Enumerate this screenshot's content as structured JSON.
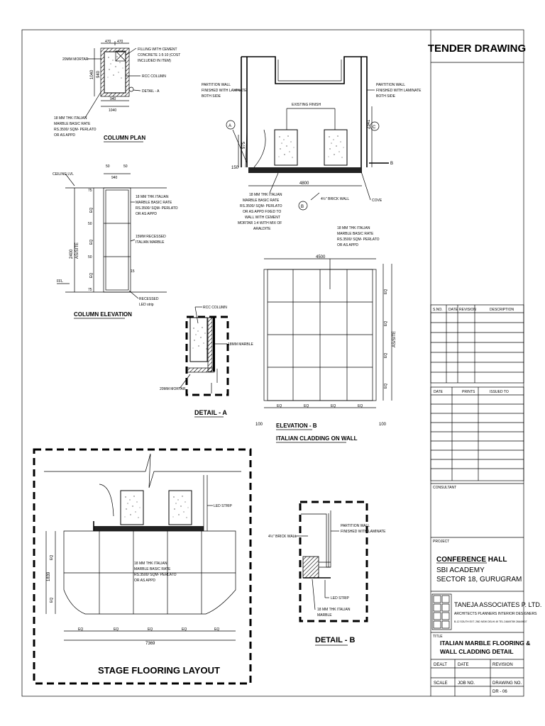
{
  "title_block": {
    "header": "TENDER DRAWING",
    "revision_table": {
      "columns": [
        "S.NO.",
        "DATE",
        "REVISION",
        "DESCRIPTION"
      ]
    },
    "prints_table": {
      "columns": [
        "DATE",
        "PRINTS",
        "ISSUED TO"
      ]
    },
    "consultant_label": "CONSULTANT",
    "project_label": "PROJECT",
    "project_name": "CONFERENCE HALL",
    "project_line2": "SBI ACADEMY",
    "project_line3": "SECTOR 18, GURUGRAM",
    "firm_name": "TANEJA ASSOCIATES P. LTD.",
    "firm_subtitle": "ARCHITECTS PLANNERS INTERIOR DESIGNERS",
    "firm_address": "B-12 SOUTH EXT. 2ND NEW DELHI 49 TEL 24669789 26649507",
    "title_label": "TITLE",
    "title_line1": "ITALIAN MARBLE FLOORING &",
    "title_line2": "WALL CLADDING DETAIL",
    "dealt_label": "DEALT",
    "date_label": "DATE",
    "revision_label": "REVISION",
    "scale_label": "SCALE",
    "job_no_label": "JOB NO.",
    "drawing_no_label": "DRAWING NO.",
    "drawing_no": "DR - 06"
  },
  "column_plan": {
    "title": "COLUMN PLAN",
    "mortar": "20MM MORTAR",
    "dim_top1": "470",
    "dim_top2": "470",
    "dim_side1": "1040",
    "dim_side2": "940",
    "dim_bot1": "940",
    "dim_bot2": "1040",
    "filling_1": "FILLING WITH CEMENT",
    "filling_2": "CONCRETE 1:5:10 (COST",
    "filling_3": "INCLUDED IN ITEM)",
    "rcc": "RCC COLUMN",
    "detail_a": "DETAIL - A",
    "marble_1": "18 MM THK ITALIAN",
    "marble_2": "MARBLE BASIC RATE",
    "marble_3": "RS.3500/ SQM- PERLATO",
    "marble_4": "OR AS APPD"
  },
  "column_elevation": {
    "title": "COLUMN ELEVATION",
    "ceiling": "CEILING LVL",
    "ffl": "FFL",
    "d50a": "50",
    "d50b": "50",
    "d940": "940",
    "d75a": "75",
    "d50c": "50",
    "d50d": "50",
    "d75b": "75",
    "height": "2400",
    "as_site": "AS/SITE",
    "eq1": "EQ",
    "eq2": "EQ",
    "eq3": "EQ",
    "d15": "15",
    "marble_1": "18 MM THK ITALIAN",
    "marble_2": "MARBLE  BASIC RATE",
    "marble_3": "RS.3500/ SQM- PERLATO",
    "marble_4": "OR AS APPD",
    "recess_1": "15MM RECESSED",
    "recess_2": "ITALIAN MARBLE",
    "led_1": "RECESSED",
    "led_2": "LED strip"
  },
  "section_top": {
    "partition_l1": "PARTITION WALL",
    "partition_l2": "FINISHED WITH LAMINATE",
    "partition_l3": "BOTH SIDE",
    "partition_r1": "PARTITION WALL",
    "partition_r2": "FINISHED WITH LAMINATE",
    "partition_r3": "BOTH SIDE",
    "existing": "EXISTING FINISH",
    "tag_a": "A",
    "tag_b": "B",
    "tag_c": "C",
    "sec_b": "B",
    "d975": "975",
    "d150": "150",
    "d2341": "2341",
    "d4800": "4800",
    "brick": "4½\" BRICK WALL",
    "cove": "COVE",
    "marble_1": "18 MM THK ITALIAN",
    "marble_2": "MARBLE  BASIC RATE",
    "marble_3": "RS.3500/ SQM- PERLATO",
    "marble_4": "OR AS APPD FIXED TO",
    "marble_5": "WALL WITH CEMENT",
    "marble_6": "MORTAR 1:4 WITH MIX OF",
    "marble_7": "ARALDITE"
  },
  "elevation_b": {
    "title": "ELEVATION - B",
    "subtitle": "ITALIAN CLADDING ON WALL",
    "marble_1": "18 MM THK ITALIAN",
    "marble_2": "MARBLE  BASIC RATE",
    "marble_3": "RS.3500/ SQM- PERLATO",
    "marble_4": "OR AS APPD",
    "width": "4500",
    "eq": "EQ",
    "as_site": "AS/SITE",
    "d100l": "100",
    "d100r": "100"
  },
  "detail_a": {
    "title": "DETAIL - A",
    "rcc": "RCC COLUMN",
    "marble": "18MM MARBLE",
    "mortar": "20MM MORTAR"
  },
  "stage": {
    "title": "STAGE FLOORING LAYOUT",
    "led": "LED STRIP",
    "marble_1": "18 MM THK ITALIAN",
    "marble_2": "MARBLE  BASIC RATE",
    "marble_3": "RS.3500/ SQM- PERLATO",
    "marble_4": "OR AS APPD",
    "depth": "1839",
    "width": "7369",
    "eq": "EQ"
  },
  "detail_b": {
    "title": "DETAIL - B",
    "brick": "4½\" BRICK WALL",
    "partition_1": "PARTITION WALL",
    "partition_2": "FINISHED WITH LAMINATE",
    "led": "LED STRIP",
    "marble_1": "18 MM THK ITALIAN",
    "marble_2": "MARBLE"
  }
}
